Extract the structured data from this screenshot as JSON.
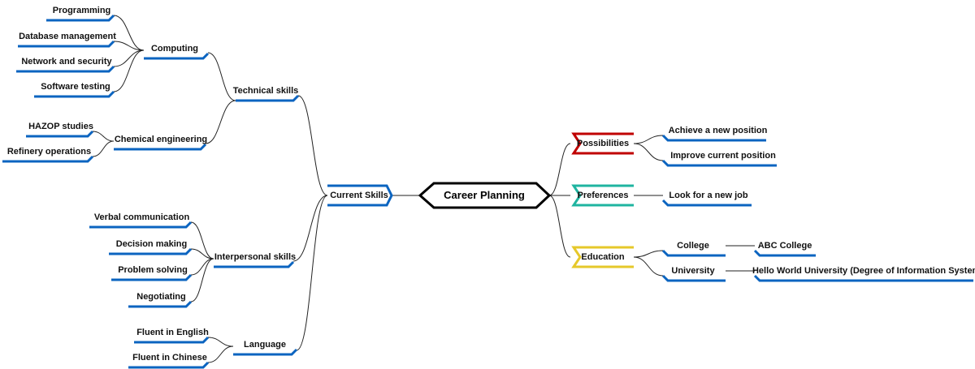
{
  "colors": {
    "blue": "#0b64c0",
    "red": "#c00000",
    "teal": "#1fb4a0",
    "yellow": "#e6c82a",
    "connector": "#222222",
    "root_border": "#000000"
  },
  "root": {
    "label": "Career Planning"
  },
  "left": {
    "current_skills": {
      "label": "Current Skills"
    },
    "technical_skills": {
      "label": "Technical skills",
      "computing": {
        "label": "Computing",
        "items": [
          "Programming",
          "Database management",
          "Network and security",
          "Software testing"
        ]
      },
      "chemical_engineering": {
        "label": "Chemical engineering",
        "items": [
          "HAZOP studies",
          "Refinery operations"
        ]
      }
    },
    "interpersonal_skills": {
      "label": "Interpersonal skills",
      "items": [
        "Verbal communication",
        "Decision making",
        "Problem solving",
        "Negotiating"
      ]
    },
    "language": {
      "label": "Language",
      "items": [
        "Fluent in English",
        "Fluent in Chinese"
      ]
    }
  },
  "right": {
    "possibilities": {
      "label": "Possibilities",
      "items": [
        "Achieve a new position",
        "Improve current position"
      ]
    },
    "preferences": {
      "label": "Preferences",
      "items": [
        "Look for a new job"
      ]
    },
    "education": {
      "label": "Education",
      "college": {
        "label": "College",
        "detail": "ABC College"
      },
      "university": {
        "label": "University",
        "detail": "Hello World University (Degree of Information System)"
      }
    }
  }
}
